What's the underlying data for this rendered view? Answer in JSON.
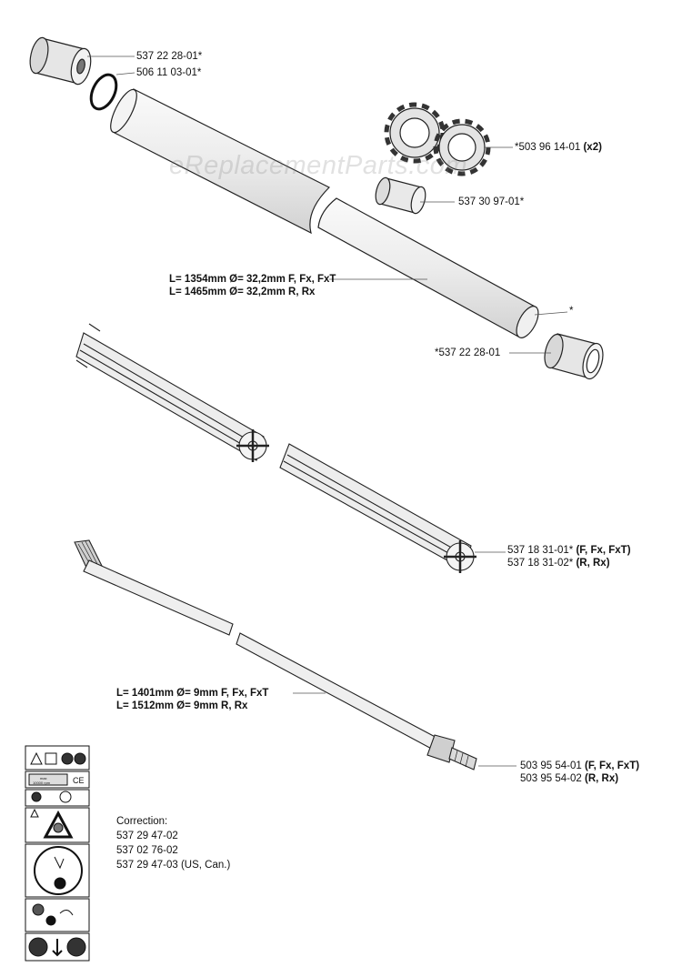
{
  "watermark": "eReplacementParts.com",
  "parts": [
    {
      "id": "p1",
      "number": "537 22 28-01*",
      "extra": ""
    },
    {
      "id": "p2",
      "number": "506 11 03-01*",
      "extra": ""
    },
    {
      "id": "p3",
      "number": "*503 96 14-01",
      "extra": "(x2)"
    },
    {
      "id": "p4",
      "number": "537 30 97-01*",
      "extra": ""
    },
    {
      "id": "p5",
      "number": "*",
      "extra": ""
    },
    {
      "id": "p6",
      "number": "*537 22 28-01",
      "extra": ""
    }
  ],
  "tube_dims": [
    "L= 1354mm Ø= 32,2mm F, Fx, FxT",
    "L= 1465mm Ø= 32,2mm R, Rx"
  ],
  "liner": [
    {
      "number": "537 18 31-01*",
      "models": "(F, Fx, FxT)"
    },
    {
      "number": "537 18 31-02*",
      "models": "(R, Rx)"
    }
  ],
  "shaft_dims": [
    "L= 1401mm Ø= 9mm F, Fx, FxT",
    "L= 1512mm Ø= 9mm R, Rx"
  ],
  "shaft": [
    {
      "number": "503 95 54-01",
      "models": "(F, Fx, FxT)"
    },
    {
      "number": "503 95 54-02",
      "models": "(R, Rx)"
    }
  ],
  "correction": {
    "title": "Correction:",
    "lines": [
      "537 29 47-02",
      "537 02 76-02",
      "537 29 47-03 (US, Can.)"
    ]
  },
  "decal_text": [
    "max",
    "10000 rpm",
    "CE"
  ]
}
